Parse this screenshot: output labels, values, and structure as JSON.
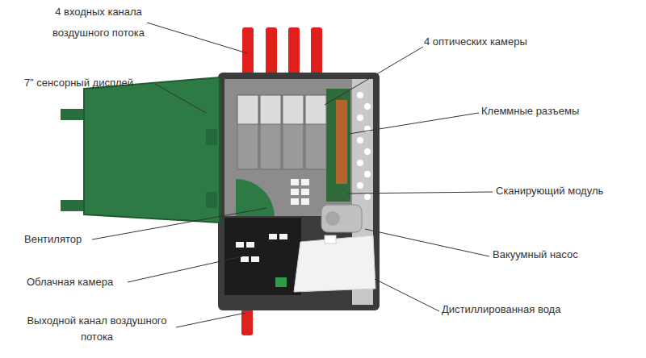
{
  "diagram": {
    "labels": [
      "4 входных канала воздушного потока",
      "4 оптических камеры",
      "7” сенсорный дисплей",
      "Клеммные разъемы",
      "Сканирующий модуль",
      "Вентилятор",
      "Вакуумный насос",
      "Облачная камера",
      "Дистиллированная вода",
      "Выходной канал воздушного потока"
    ]
  }
}
